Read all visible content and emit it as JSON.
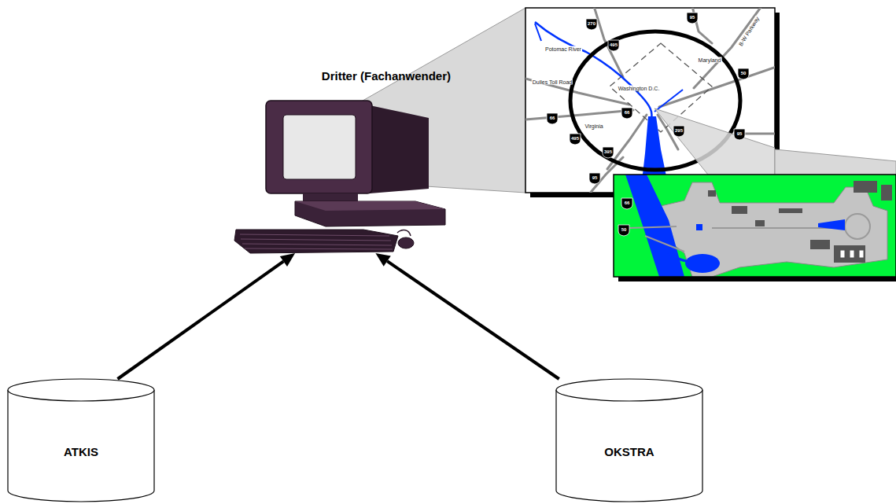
{
  "diagram": {
    "nodes": [
      {
        "text": [
          "Dritter (Fachanwender)"
        ]
      },
      {
        "text": [
          "ATKIS"
        ]
      },
      {
        "text": [
          "OKSTRA"
        ]
      }
    ],
    "edges": [
      {
        "from": 1,
        "to": 0,
        "arrow": "to"
      },
      {
        "from": 2,
        "to": 0,
        "arrow": "to"
      }
    ],
    "labels": [
      "270",
      "95",
      "B-W Parkway",
      "Potomac River",
      "495",
      "Maryland",
      "50",
      "Dulles Toll Road",
      "Washington D.C.",
      "66",
      "66",
      "Virginia",
      "295",
      "95",
      "495",
      "395",
      "95",
      "66",
      "50"
    ]
  }
}
